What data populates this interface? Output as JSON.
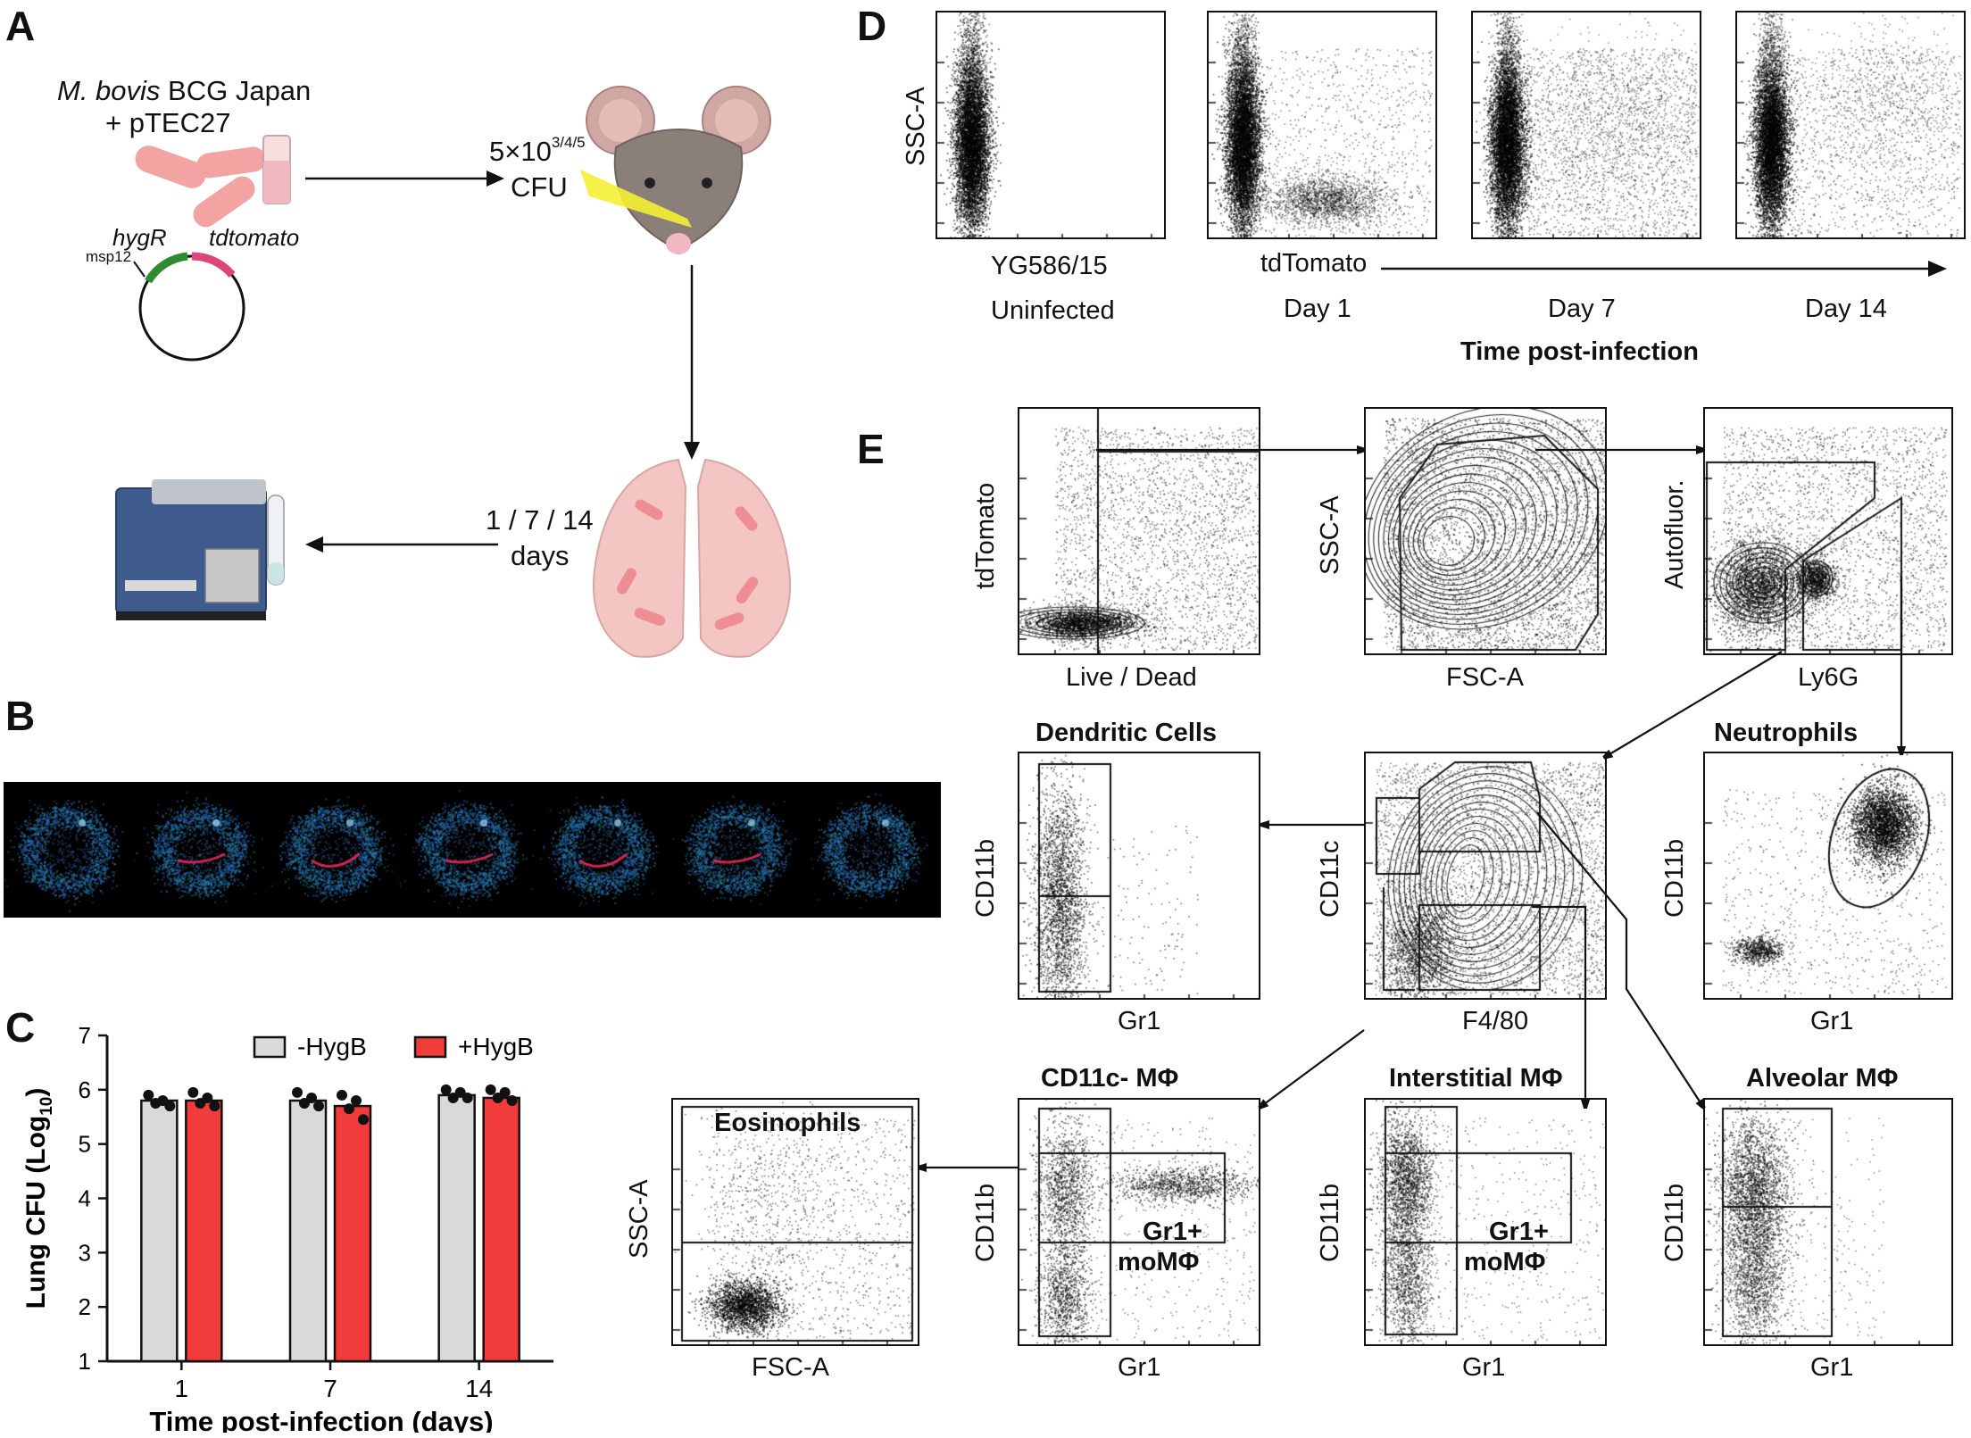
{
  "panels": {
    "A": "A",
    "B": "B",
    "C": "C",
    "D": "D",
    "E": "E"
  },
  "panelA": {
    "strain_italic": "M. bovis",
    "strain_rest": " BCG Japan",
    "plasmid": "+ pTEC27",
    "hygR": "hygR",
    "tdtomato": "tdtomato",
    "promoter": "msp12",
    "dose_base": "5×10",
    "dose_exp": "3/4/5",
    "dose_unit": "CFU",
    "days_line1": "1 / 7 / 14",
    "days_line2": "days"
  },
  "panelD": {
    "y_axis": "SSC-A",
    "x_axis_uninf": "YG586/15",
    "x_axis_inf": "tdTomato",
    "conditions": [
      "Uninfected",
      "Day 1",
      "Day 7",
      "Day 14"
    ],
    "timeline_label": "Time post-infection"
  },
  "panelE": {
    "gate1": {
      "y": "tdTomato",
      "x": "Live / Dead"
    },
    "gate2": {
      "y": "SSC-A",
      "x": "FSC-A"
    },
    "gate3": {
      "y": "Autofluor.",
      "x": "Ly6G"
    },
    "dc": {
      "title": "Dendritic Cells",
      "y": "CD11b",
      "x": "Gr1"
    },
    "f480": {
      "y": "CD11c",
      "x": "F4/80"
    },
    "neut": {
      "title": "Neutrophils",
      "y": "CD11b",
      "x": "Gr1"
    },
    "eos": {
      "title": "Eosinophils",
      "y": "SSC-A",
      "x": "FSC-A"
    },
    "cd11cneg": {
      "title": "CD11c- MΦ",
      "y": "CD11b",
      "x": "Gr1",
      "gate_line1": "Gr1+",
      "gate_line2": "moMΦ"
    },
    "interstitial": {
      "title": "Interstitial MΦ",
      "y": "CD11b",
      "x": "Gr1",
      "gate_line1": "Gr1+",
      "gate_line2": "moMΦ"
    },
    "alveolar": {
      "title": "Alveolar MΦ",
      "y": "CD11b",
      "x": "Gr1"
    }
  },
  "chart_data": {
    "type": "bar",
    "categories": [
      "1",
      "7",
      "14"
    ],
    "series": [
      {
        "name": "-HygB",
        "color": "#d9d9d9",
        "values": [
          5.8,
          5.8,
          5.9
        ],
        "points": [
          [
            5.9,
            5.75,
            5.8,
            5.7
          ],
          [
            5.95,
            5.75,
            5.85,
            5.7
          ],
          [
            6.0,
            5.85,
            5.95,
            5.85
          ]
        ]
      },
      {
        "name": "+HygB",
        "color": "#f23b3b",
        "values": [
          5.8,
          5.7,
          5.85
        ],
        "points": [
          [
            5.95,
            5.75,
            5.85,
            5.7
          ],
          [
            5.9,
            5.65,
            5.8,
            5.45
          ],
          [
            6.0,
            5.85,
            5.95,
            5.8
          ]
        ]
      }
    ],
    "ylabel_main": "Lung CFU (Log",
    "ylabel_sub": "10",
    "ylabel_end": ")",
    "xlabel": "Time post-infection (days)",
    "ylim": [
      1,
      7
    ],
    "yticks": [
      "1",
      "2",
      "3",
      "4",
      "5",
      "6",
      "7"
    ],
    "legend_position": "top-right"
  }
}
